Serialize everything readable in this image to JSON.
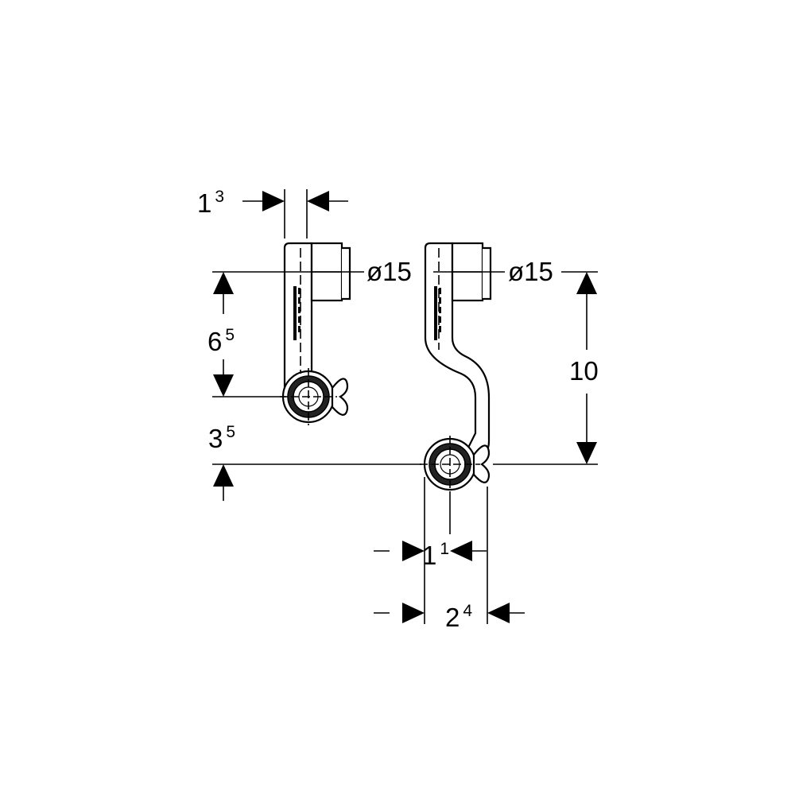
{
  "drawing": {
    "colors": {
      "line": "#000000",
      "background": "#ffffff"
    },
    "dimensions": {
      "top_width": {
        "main": "1",
        "sup": "3"
      },
      "left_height": {
        "main": "6",
        "sup": "5"
      },
      "left_offset": {
        "main": "3",
        "sup": "5"
      },
      "right_height": {
        "main": "10",
        "sup": ""
      },
      "left_diameter": {
        "main": "ø15",
        "sup": ""
      },
      "right_diameter": {
        "main": "ø15",
        "sup": ""
      },
      "bottom_inner": {
        "main": "1",
        "sup": "1"
      },
      "bottom_outer": {
        "main": "2",
        "sup": "4"
      }
    },
    "parts": {
      "left": "straight-elbow-fitting",
      "right": "offset-s-elbow-fitting"
    }
  }
}
